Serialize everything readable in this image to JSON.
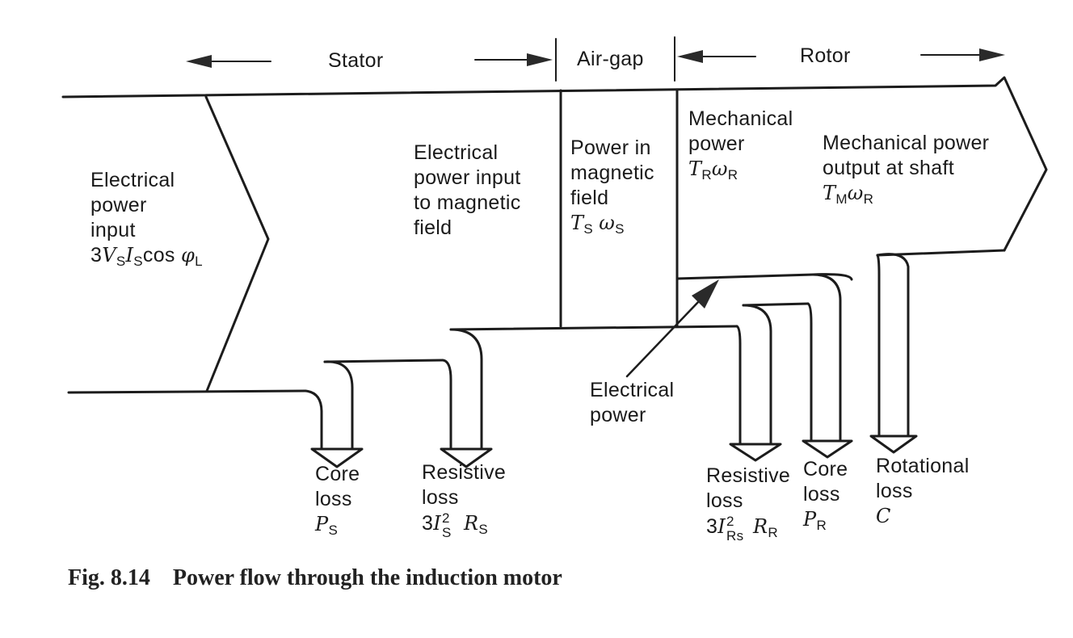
{
  "header": {
    "stator": "Stator",
    "airgap": "Air-gap",
    "rotor": "Rotor"
  },
  "labels": {
    "electrical_input": [
      "Electrical",
      "power",
      "input"
    ],
    "input_formula": {
      "coef": "3",
      "v": "V",
      "v_sub": "S",
      "i": "I",
      "i_sub": "S",
      "cos": "cos",
      "phi": "φ",
      "phi_sub": "L"
    },
    "magnetic_input": [
      "Electrical",
      "power input",
      "to magnetic",
      "field"
    ],
    "magnetic_field": [
      "Power in",
      "magnetic",
      "field"
    ],
    "magnetic_formula": {
      "t": "T",
      "t_sub": "S",
      "w": "ω",
      "w_sub": "S"
    },
    "mechanical": [
      "Mechanical",
      "power"
    ],
    "mechanical_formula": {
      "t": "T",
      "t_sub": "R",
      "w": "ω",
      "w_sub": "R"
    },
    "shaft": [
      "Mechanical power",
      "output at shaft"
    ],
    "shaft_formula": {
      "t": "T",
      "t_sub": "M",
      "w": "ω",
      "w_sub": "R"
    },
    "electrical_power": [
      "Electrical",
      "power"
    ],
    "core_loss_s": [
      "Core",
      "loss"
    ],
    "core_loss_s_sym": {
      "p": "P",
      "sub": "S"
    },
    "res_loss_s": [
      "Resistive",
      "loss"
    ],
    "res_loss_s_formula": {
      "coef": "3",
      "i": "I",
      "sup": "2",
      "sub": "S",
      "r": "R",
      "r_sub": "S"
    },
    "res_loss_r": [
      "Resistive",
      "loss"
    ],
    "res_loss_r_formula": {
      "coef": "3",
      "i": "I",
      "sup": "2",
      "sub": "Rs",
      "r": "R",
      "r_sub": "R"
    },
    "core_loss_r": [
      "Core",
      "loss"
    ],
    "core_loss_r_sym": {
      "p": "P",
      "sub": "R"
    },
    "rot_loss": [
      "Rotational",
      "loss"
    ],
    "rot_loss_sym": "C"
  },
  "caption": {
    "number": "Fig. 8.14",
    "text": "Power flow through the induction motor"
  },
  "colors": {
    "ink": "#1a1a1a",
    "paper": "#ffffff"
  }
}
